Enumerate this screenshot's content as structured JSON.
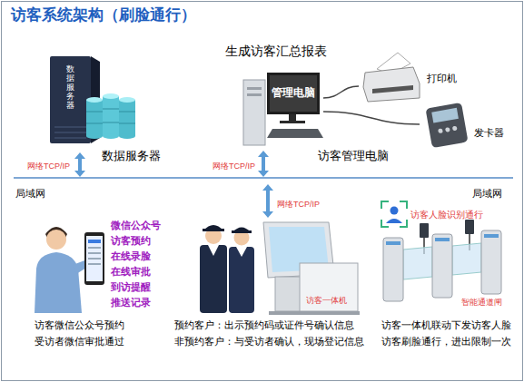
{
  "diagram": {
    "title": "访客系统架构（刷脸通行）",
    "nodes": [
      {
        "text": [
          "数据服务器"
        ]
      },
      {
        "text": [
          "生成访客汇总报表",
          "访客管理电脑"
        ]
      },
      {
        "text": [
          "局域网",
          "局域网"
        ]
      },
      {
        "text": [
          "访客一体机"
        ]
      },
      {
        "text": [
          "打印机"
        ]
      },
      {
        "text": [
          "发卡器"
        ]
      }
    ],
    "edges": [
      {
        "from": 0,
        "to": 2,
        "label": "网络TCP/IP",
        "arrow": "both"
      },
      {
        "from": 1,
        "to": 2,
        "label": "网络TCP/IP",
        "arrow": "both"
      },
      {
        "from": 2,
        "to": 3,
        "label": "网络TCP/IP",
        "arrow": "both"
      },
      {
        "from": 1,
        "to": 4,
        "arrow": "none"
      },
      {
        "from": 1,
        "to": 5,
        "arrow": "none"
      }
    ],
    "labels": [
      "数据服务器",
      "管理电脑",
      "微信公众号",
      "访客预约",
      "在线录脸",
      "在线审批",
      "到访提醒",
      "推送记录",
      "访客微信公众号预约",
      "受访者微信审批通过",
      "预约客户：出示预约码或证件号确认信息",
      "非预约客户：与受访者确认，现场登记信息",
      "访客人脸识别通行",
      "智能通道闸",
      "访客一体机联动下发访客人脸",
      "访客刷脸通行，进出限制一次"
    ]
  }
}
